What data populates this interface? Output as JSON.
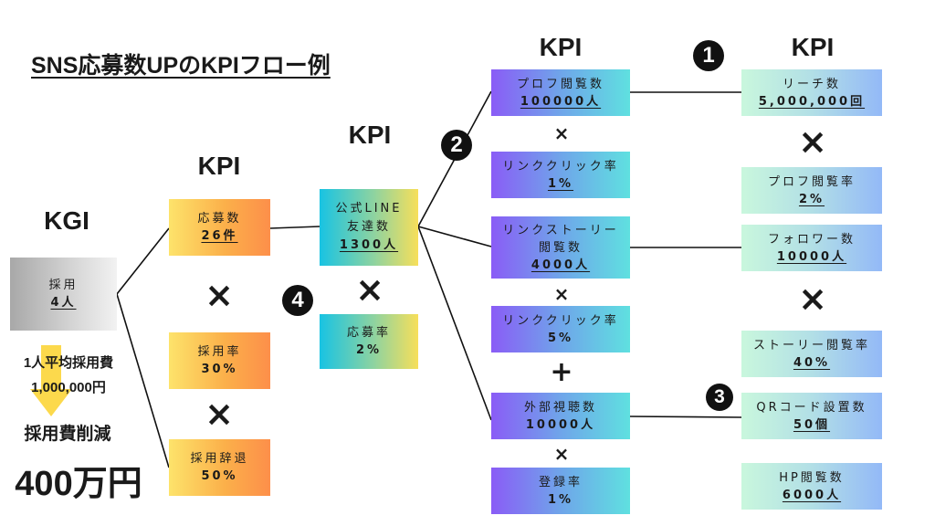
{
  "title": "SNS応募数UPのKPIフロー例",
  "headers": {
    "kgi": "KGI",
    "kpi1": "KPI",
    "kpi2": "KPI",
    "kpi3": "KPI",
    "kpi4": "KPI"
  },
  "kgi": {
    "label": "採用",
    "value": "4人"
  },
  "cost_note": {
    "line1": "1人平均採用費",
    "line2": "1,000,000円",
    "line3": "採用費削減",
    "result": "400万円"
  },
  "col1": [
    {
      "label": "応募数",
      "value": "26件"
    },
    {
      "label": "採用率",
      "value": "30%"
    },
    {
      "label": "採用辞退",
      "value": "50%"
    }
  ],
  "col2": [
    {
      "label": "公式LINE",
      "label2": "友達数",
      "value": "1300人"
    },
    {
      "label": "応募率",
      "value": "2%"
    }
  ],
  "col3": [
    {
      "label": "プロフ閲覧数",
      "value": "100000人"
    },
    {
      "label": "リンククリック率",
      "value": "1%"
    },
    {
      "label": "リンクストーリー",
      "label2": "閲覧数",
      "value": "4000人"
    },
    {
      "label": "リンククリック率",
      "value": "5%"
    },
    {
      "label": "外部視聴数",
      "value": "10000人"
    },
    {
      "label": "登録率",
      "value": "1%"
    }
  ],
  "col4": [
    {
      "label": "リーチ数",
      "value": "5,000,000回"
    },
    {
      "label": "プロフ閲覧率",
      "value": "2%"
    },
    {
      "label": "フォロワー数",
      "value": "10000人"
    },
    {
      "label": "ストーリー閲覧率",
      "value": "40%"
    },
    {
      "label": "QRコード設置数",
      "value": "50個"
    },
    {
      "label": "HP閲覧数",
      "value": "6000人"
    }
  ],
  "operators": {
    "times": "×",
    "plus": "+"
  },
  "badges": [
    "❶",
    "❷",
    "❸",
    "❹"
  ],
  "badge_numbers": [
    "1",
    "2",
    "3",
    "4"
  ],
  "colors": {
    "orange_start": "#fde36b",
    "orange_end": "#fd8f4a",
    "purple_start": "#8a5cf6",
    "purple_end": "#5fe0e0",
    "mint_start": "#c9f7dd",
    "mint_end": "#93b9f7",
    "arrow": "#fcd94c"
  }
}
